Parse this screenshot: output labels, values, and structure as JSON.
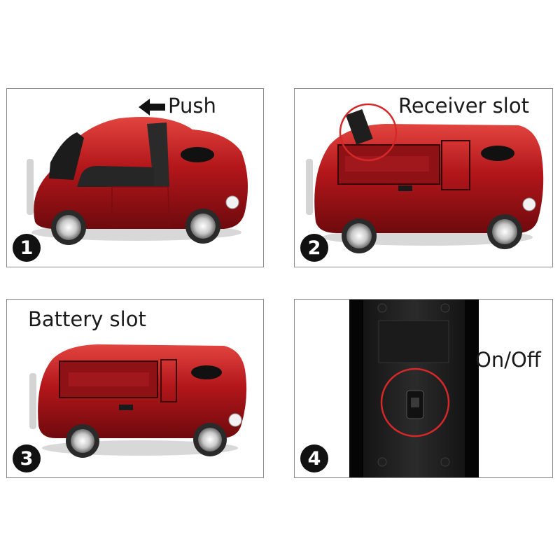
{
  "panels": [
    {
      "number": "1",
      "label": "Push"
    },
    {
      "number": "2",
      "label": "Receiver slot"
    },
    {
      "number": "3",
      "label": "Battery slot"
    },
    {
      "number": "4",
      "label": "On/Off"
    }
  ],
  "colors": {
    "car_body": "#b3161a",
    "highlight_circle": "#d62828",
    "badge": "#111111",
    "border": "#8a8a8a"
  }
}
